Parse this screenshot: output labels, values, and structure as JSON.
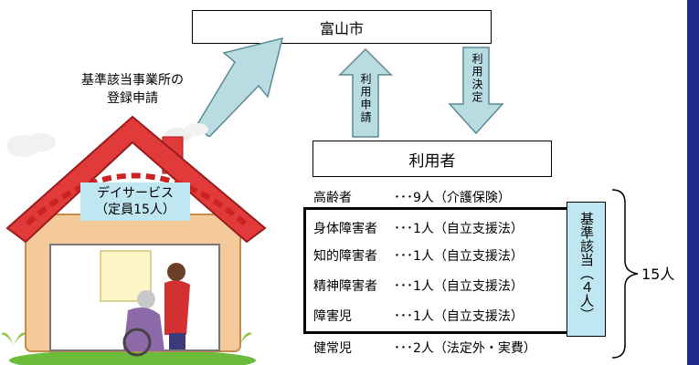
{
  "city": {
    "label": "富山市"
  },
  "registration": {
    "line1": "基準該当事業所の",
    "line2": "登録申請"
  },
  "arrows": {
    "up_label": "利用申請",
    "down_label": "利用決定"
  },
  "users_box": {
    "label": "利用者"
  },
  "house": {
    "line1": "デイサービス",
    "line2": "（定員15人）"
  },
  "user_rows": [
    {
      "category": "高齢者",
      "detail": "･･･9人（介護保険）"
    },
    {
      "category": "身体障害者",
      "detail": "･･･1人（自立支援法）"
    },
    {
      "category": "知的障害者",
      "detail": "･･･1人（自立支援法）"
    },
    {
      "category": "精神障害者",
      "detail": "･･･1人（自立支援法）"
    },
    {
      "category": "障害児",
      "detail": "･･･1人（自立支援法）"
    },
    {
      "category": "健常児",
      "detail": "･･･2人（法定外・実費）"
    }
  ],
  "kijun_label": "基準該当（４人）",
  "total": "15人",
  "colors": {
    "arrow_fill": "#b9dce3",
    "label_bg": "#bfe7f2",
    "roof": "#e03a3a",
    "house_wall": "#f4ca9a",
    "accent_bar": "#1f2a8c"
  }
}
